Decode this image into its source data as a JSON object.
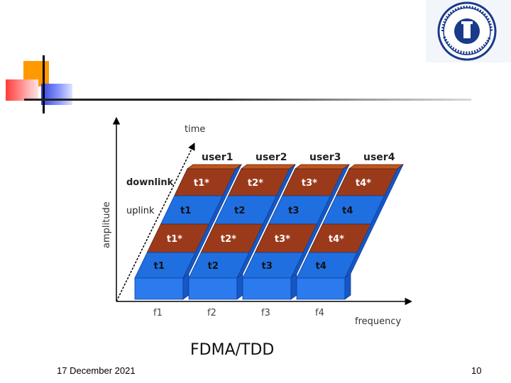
{
  "slide": {
    "footer_date": "17 December 2021",
    "page_number": "10"
  },
  "logo": {
    "description_icon": "university-seal-icon",
    "color": "#1a3a8a"
  },
  "diagram": {
    "title": "FDMA/TDD",
    "axis_time": "time",
    "axis_amplitude": "amplitude",
    "axis_frequency": "frequency",
    "row_downlink": "downlink",
    "row_uplink": "uplink",
    "users": [
      "user1",
      "user2",
      "user3",
      "user4"
    ],
    "frequencies": [
      "f1",
      "f2",
      "f3",
      "f4"
    ],
    "upper_slots": [
      "t1*",
      "t2*",
      "t3*",
      "t4*"
    ],
    "upper_uplink": [
      "t1",
      "t2",
      "t3",
      "t4"
    ],
    "lower_slots": [
      "t1*",
      "t2*",
      "t3*",
      "t4*"
    ],
    "lower_uplink": [
      "t1",
      "t2",
      "t3",
      "t4"
    ],
    "colors": {
      "downlink": "#9b3a1a",
      "uplink": "#1f6fe0",
      "base_front": "#2b7bef",
      "base_side": "#1557c4"
    }
  }
}
